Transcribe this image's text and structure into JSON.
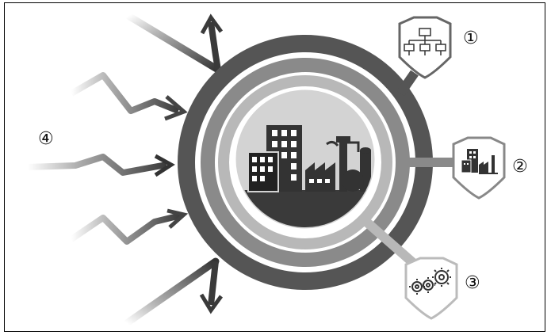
{
  "callouts": {
    "one": "①",
    "two": "②",
    "three": "③",
    "four": "④"
  },
  "icons": {
    "one": "hierarchy-icon",
    "two": "city-building-icon",
    "three": "gears-icon"
  },
  "colors": {
    "outer_ring": "#555555",
    "middle_ring": "#8a8a8a",
    "inner_ring": "#b5b5b5",
    "city_bg": "#d3d3d3",
    "ground": "#3a3a3a"
  }
}
